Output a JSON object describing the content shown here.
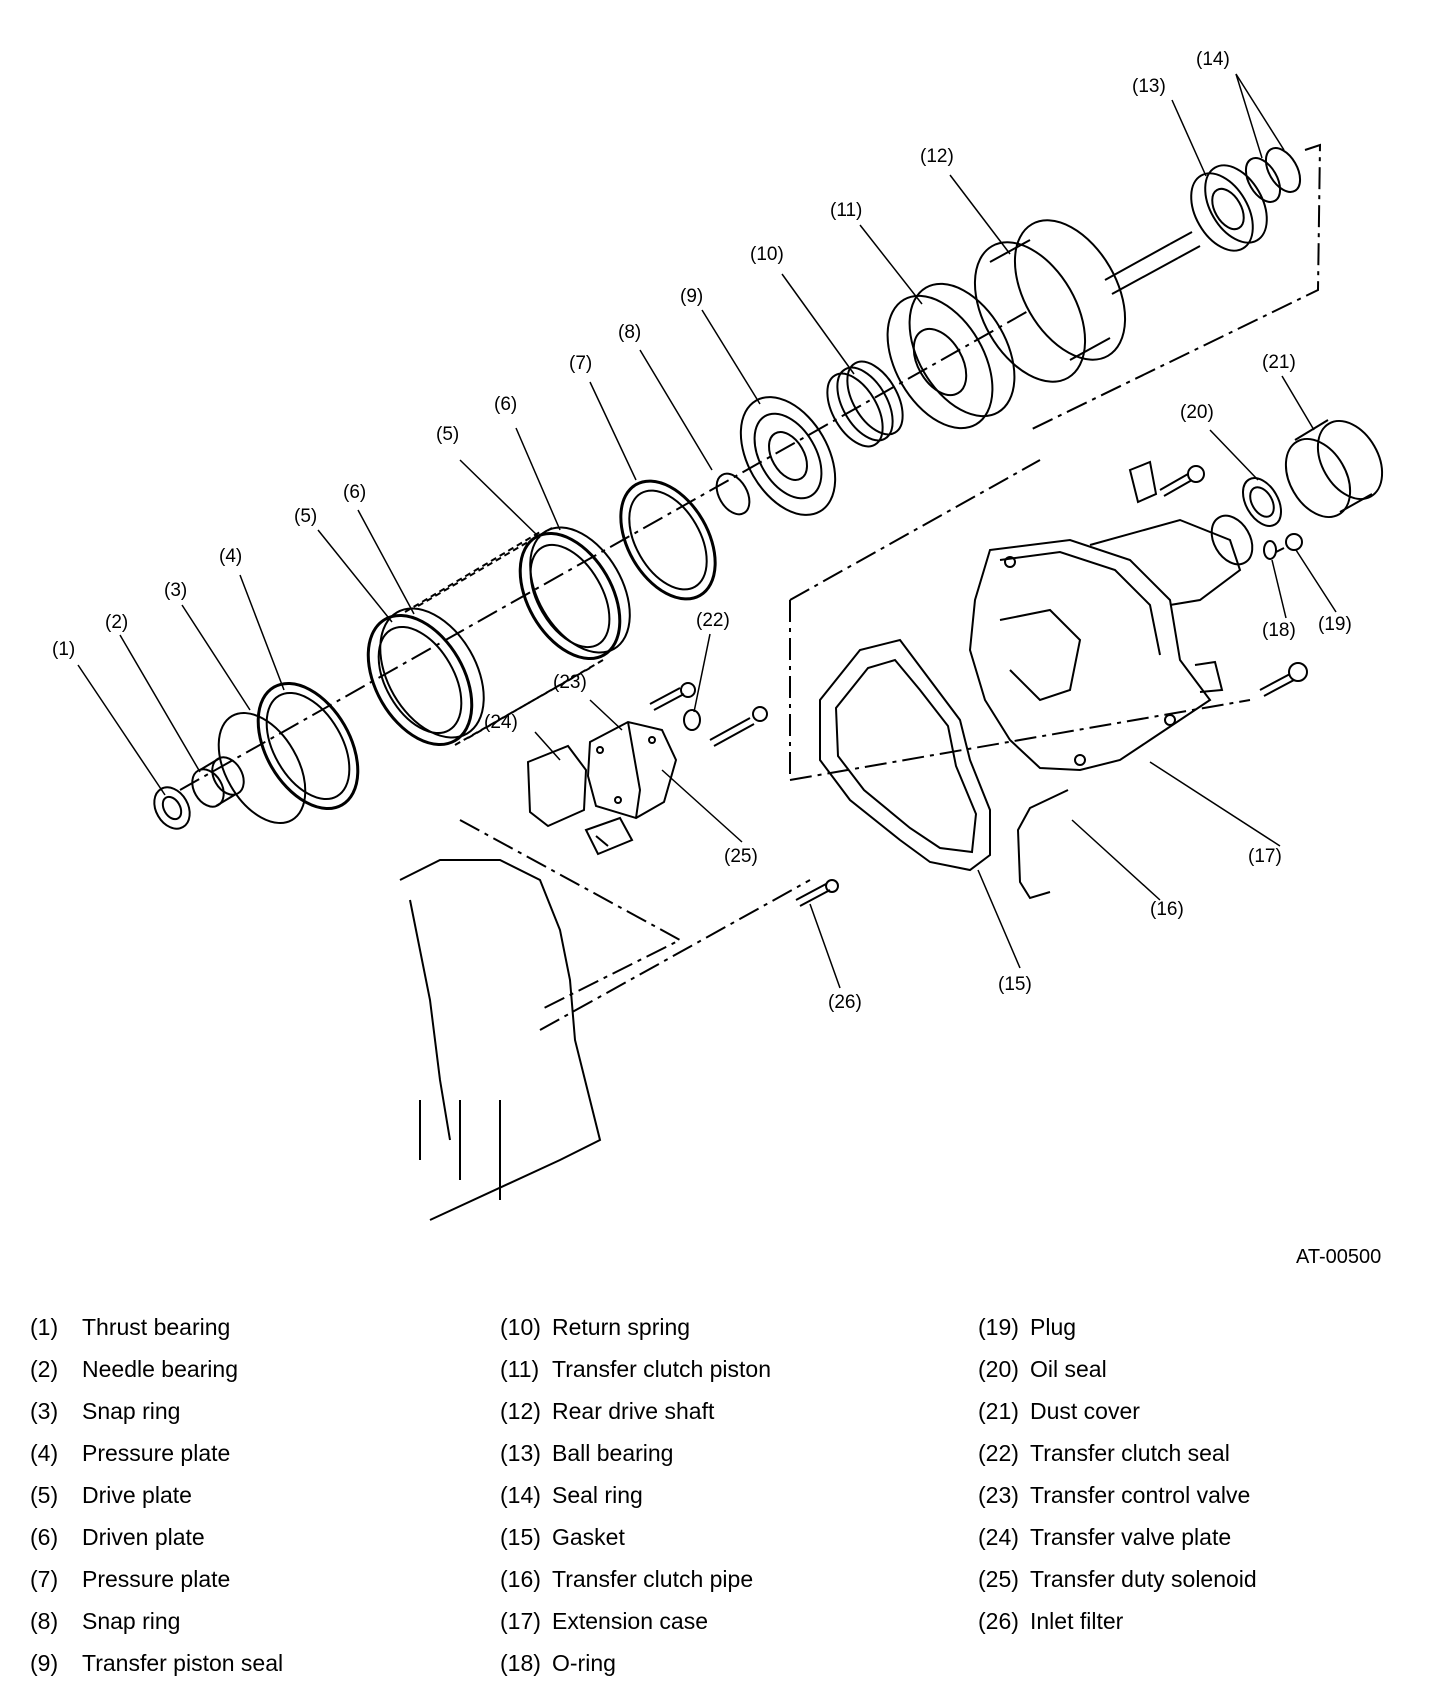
{
  "figure_code": "AT-00500",
  "callouts": [
    {
      "id": "c1",
      "text": "(1)"
    },
    {
      "id": "c2",
      "text": "(2)"
    },
    {
      "id": "c3",
      "text": "(3)"
    },
    {
      "id": "c4",
      "text": "(4)"
    },
    {
      "id": "c5a",
      "text": "(5)"
    },
    {
      "id": "c6a",
      "text": "(6)"
    },
    {
      "id": "c5b",
      "text": "(5)"
    },
    {
      "id": "c6b",
      "text": "(6)"
    },
    {
      "id": "c7",
      "text": "(7)"
    },
    {
      "id": "c8",
      "text": "(8)"
    },
    {
      "id": "c9",
      "text": "(9)"
    },
    {
      "id": "c10",
      "text": "(10)"
    },
    {
      "id": "c11",
      "text": "(11)"
    },
    {
      "id": "c12",
      "text": "(12)"
    },
    {
      "id": "c13",
      "text": "(13)"
    },
    {
      "id": "c14",
      "text": "(14)"
    },
    {
      "id": "c15",
      "text": "(15)"
    },
    {
      "id": "c16",
      "text": "(16)"
    },
    {
      "id": "c17",
      "text": "(17)"
    },
    {
      "id": "c18",
      "text": "(18)"
    },
    {
      "id": "c19",
      "text": "(19)"
    },
    {
      "id": "c20",
      "text": "(20)"
    },
    {
      "id": "c21",
      "text": "(21)"
    },
    {
      "id": "c22",
      "text": "(22)"
    },
    {
      "id": "c23",
      "text": "(23)"
    },
    {
      "id": "c24",
      "text": "(24)"
    },
    {
      "id": "c25",
      "text": "(25)"
    },
    {
      "id": "c26",
      "text": "(26)"
    }
  ],
  "legend": {
    "columns": [
      [
        {
          "num": "(1)",
          "name": "Thrust bearing"
        },
        {
          "num": "(2)",
          "name": "Needle bearing"
        },
        {
          "num": "(3)",
          "name": "Snap ring"
        },
        {
          "num": "(4)",
          "name": "Pressure plate"
        },
        {
          "num": "(5)",
          "name": "Drive plate"
        },
        {
          "num": "(6)",
          "name": "Driven plate"
        },
        {
          "num": "(7)",
          "name": "Pressure plate"
        },
        {
          "num": "(8)",
          "name": "Snap ring"
        },
        {
          "num": "(9)",
          "name": "Transfer piston seal"
        }
      ],
      [
        {
          "num": "(10)",
          "name": "Return spring"
        },
        {
          "num": "(11)",
          "name": "Transfer clutch piston"
        },
        {
          "num": "(12)",
          "name": "Rear drive shaft"
        },
        {
          "num": "(13)",
          "name": "Ball bearing"
        },
        {
          "num": "(14)",
          "name": "Seal ring"
        },
        {
          "num": "(15)",
          "name": "Gasket"
        },
        {
          "num": "(16)",
          "name": "Transfer clutch pipe"
        },
        {
          "num": "(17)",
          "name": "Extension case"
        },
        {
          "num": "(18)",
          "name": "O-ring"
        }
      ],
      [
        {
          "num": "(19)",
          "name": "Plug"
        },
        {
          "num": "(20)",
          "name": "Oil seal"
        },
        {
          "num": "(21)",
          "name": "Dust cover"
        },
        {
          "num": "(22)",
          "name": "Transfer clutch seal"
        },
        {
          "num": "(23)",
          "name": "Transfer control valve"
        },
        {
          "num": "(24)",
          "name": "Transfer valve plate"
        },
        {
          "num": "(25)",
          "name": "Transfer duty solenoid"
        },
        {
          "num": "(26)",
          "name": "Inlet filter"
        }
      ]
    ]
  }
}
